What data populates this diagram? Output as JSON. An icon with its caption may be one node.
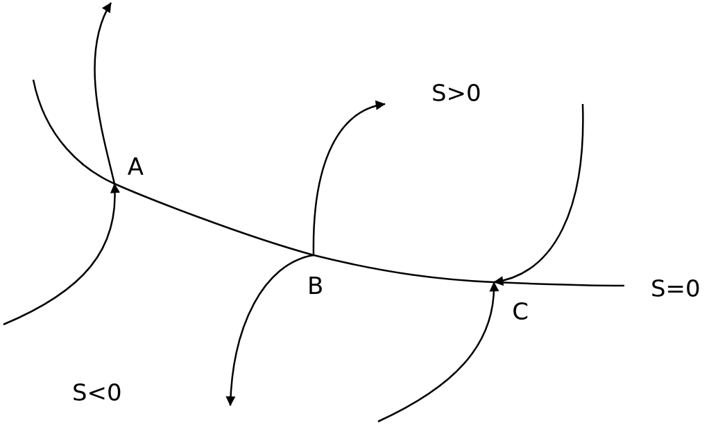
{
  "diagram": {
    "nodes": [
      {
        "text": [
          "A"
        ]
      },
      {
        "text": [
          "B"
        ]
      },
      {
        "text": [
          "C"
        ]
      }
    ],
    "edges": [
      {
        "from": null,
        "to": 0,
        "arrow": "to"
      },
      {
        "from": 0,
        "to": null,
        "arrow": "to"
      },
      {
        "from": 1,
        "to": null,
        "arrow": "to"
      },
      {
        "from": 1,
        "to": null,
        "arrow": "to"
      },
      {
        "from": null,
        "to": 2,
        "arrow": "to"
      },
      {
        "from": null,
        "to": 2,
        "arrow": "to"
      }
    ],
    "labels": [
      "S>0",
      "S=0",
      "S<0"
    ]
  }
}
